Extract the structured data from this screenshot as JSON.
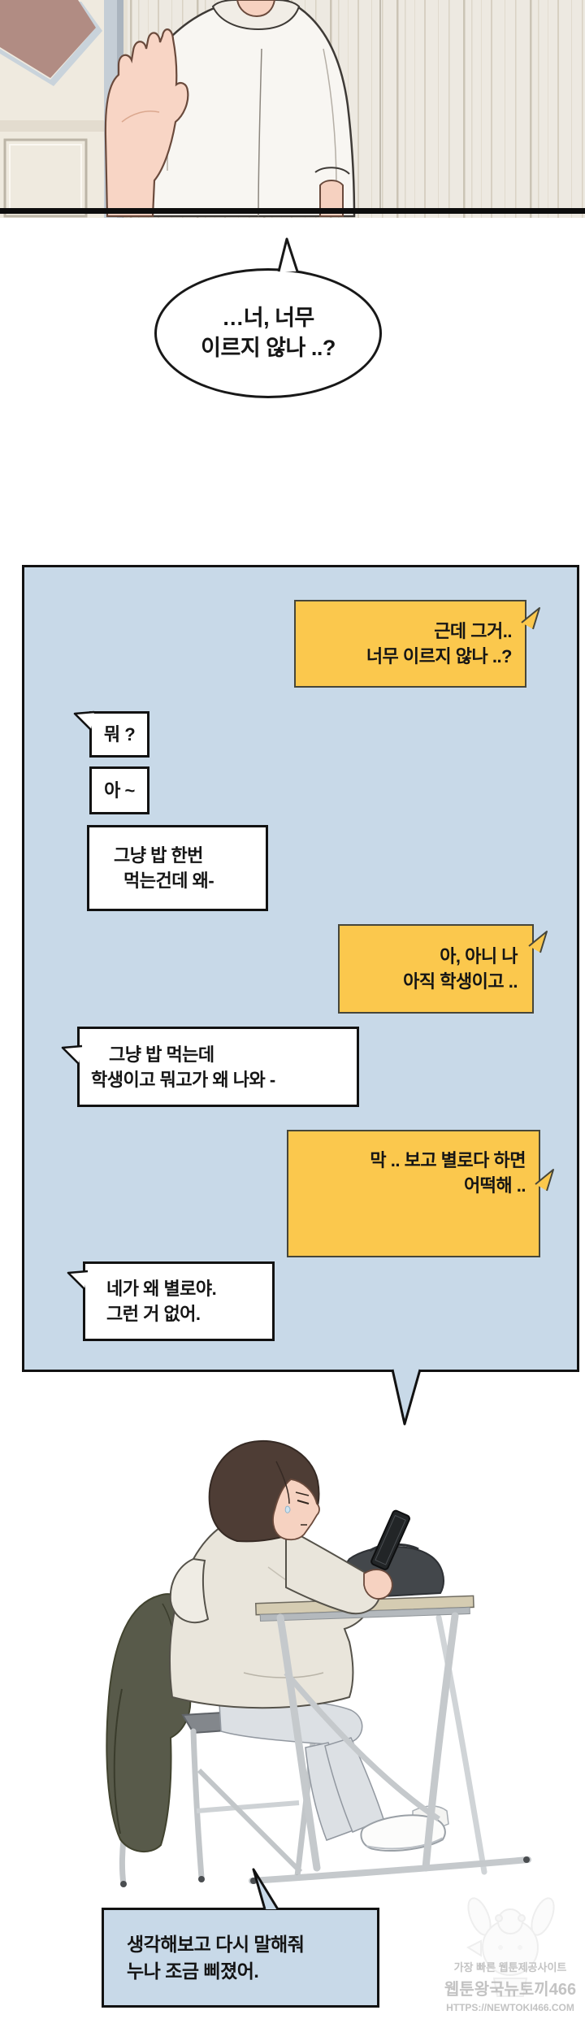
{
  "colors": {
    "panel_blue": "#c8d9e8",
    "bubble_yellow": "#fbc84d",
    "ink": "#121212",
    "wall_cream": "#ede9e1",
    "pentagon_mauve": "#b18c83"
  },
  "top_bubble": {
    "l1": "…너, 너무",
    "l2": "이르지 않나 ..?"
  },
  "chat_panel": {
    "bubbles": [
      {
        "side": "sent",
        "color": "yellow",
        "l1": "근데 그거..",
        "l2": "너무 이르지 않나 ..?"
      },
      {
        "side": "received",
        "color": "white",
        "l1": "뭐 ?"
      },
      {
        "side": "received",
        "color": "white",
        "l1": "아 ~"
      },
      {
        "side": "received",
        "color": "white",
        "l1": "그냥 밥 한번",
        "l2": "먹는건데 왜-"
      },
      {
        "side": "sent",
        "color": "yellow",
        "l1": "아, 아니 나",
        "l2": "아직 학생이고 .."
      },
      {
        "side": "received",
        "color": "white",
        "l1": "그냥 밥 먹는데",
        "l2": "학생이고 뭐고가 왜 나와 -"
      },
      {
        "side": "sent",
        "color": "yellow",
        "l1": "막 .. 보고 별로다 하면",
        "l2": "어떡해 .."
      },
      {
        "side": "received",
        "color": "white",
        "l1": "네가 왜 별로야.",
        "l2": "그런 거 없어."
      }
    ]
  },
  "bottom_bubble": {
    "l1": "생각해보고 다시 말해줘",
    "l2": "누나 조금 삐졌어."
  },
  "watermark": {
    "l1": "가장 빠른 웹툰제공사이트",
    "l2": "웹툰왕국뉴토끼466",
    "l3": "HTTPS://NEWTOKI466.COM"
  }
}
